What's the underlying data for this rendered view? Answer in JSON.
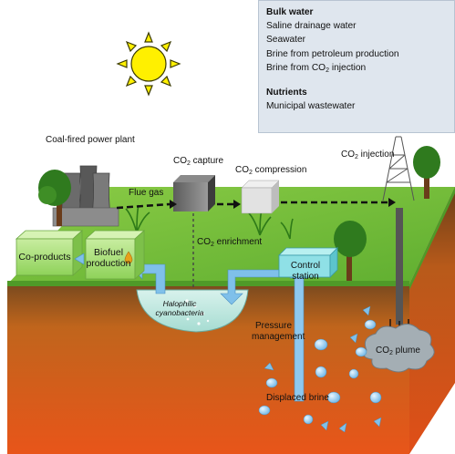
{
  "info_box": {
    "bulk_water_heading": "Bulk water",
    "bulk_water_items": [
      "Saline drainage water",
      "Seawater",
      "Brine from petroleum production"
    ],
    "bulk_water_last_prefix": "Brine from CO",
    "bulk_water_last_suffix": " injection",
    "nutrients_heading": "Nutrients",
    "nutrients_items": [
      "Municipal wastewater"
    ]
  },
  "labels": {
    "power_plant": "Coal-fired power plant",
    "co2_prefix": "CO",
    "co2_sub": "2",
    "capture_suffix": " capture",
    "compression_suffix": " compression",
    "injection_suffix": " injection",
    "enrichment_suffix": " enrichment",
    "flue_gas": "Flue gas",
    "co_products": "Co-products",
    "biofuel_line1": "Biofuel",
    "biofuel_line2": "production",
    "control_station": "Control station",
    "halophilic_line1": "Halophilic",
    "halophilic_line2": "cyanobacteria",
    "pressure_line1": "Pressure",
    "pressure_line2": "management",
    "plume_suffix": " plume",
    "displaced_brine": "Displaced brine"
  },
  "colors": {
    "grass": "#6fbe3a",
    "grass_dark": "#4f9a28",
    "soil_top": "#c8701e",
    "soil_bottom": "#e8501a",
    "sun": "#fff000",
    "pond": "#bfe8e0",
    "arrow_blue": "#6cb4e4",
    "plume": "#9aa4aa"
  }
}
